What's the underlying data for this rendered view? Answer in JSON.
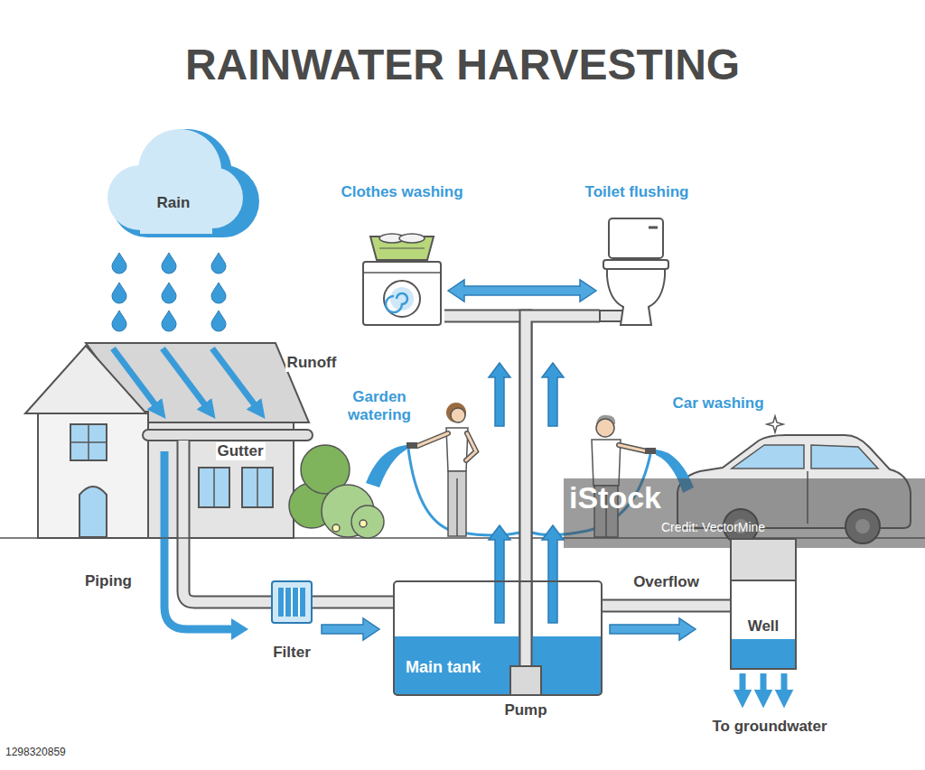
{
  "diagram": {
    "title": "RAINWATER HARVESTING",
    "nodes": [
      {
        "text": [
          "Rain"
        ]
      },
      {
        "text": [
          "Clothes washing"
        ]
      },
      {
        "text": [
          "Toilet flushing"
        ]
      },
      {
        "text": [
          "Filter"
        ]
      },
      {
        "text": [
          "Main tank"
        ]
      },
      {
        "text": [
          "Pump"
        ]
      },
      {
        "text": [
          "Well"
        ]
      }
    ],
    "edges": [
      {
        "from": 1,
        "to": 2,
        "arrow": "both"
      },
      {
        "from": 5,
        "to": 1,
        "arrow": "none"
      },
      {
        "from": 5,
        "to": 2,
        "arrow": "none"
      },
      {
        "from": 3,
        "to": 4,
        "arrow": "to"
      },
      {
        "from": 4,
        "to": 6,
        "arrow": "to",
        "label": "Overflow"
      }
    ],
    "labels": [
      "Runoff",
      "Gutter",
      "Garden watering",
      "Car washing",
      "Piping",
      "To groundwater",
      "iStock",
      "Credit: VectorMine",
      "1298320859"
    ]
  }
}
